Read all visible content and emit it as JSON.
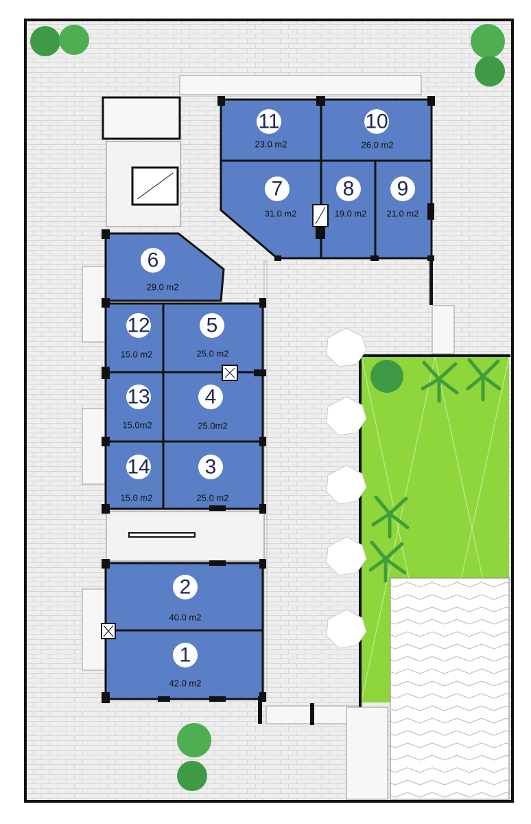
{
  "colors": {
    "unit_fill": "#5b7fc6",
    "paving": "#eeeeee",
    "paving_line": "#d4d4d4",
    "wall": "#111111",
    "lawn": "#8fd63c",
    "badge": "#ffffff",
    "tree": "#3e9a45"
  },
  "units": [
    {
      "id": "1",
      "number": "1",
      "area": "42.0 m2"
    },
    {
      "id": "2",
      "number": "2",
      "area": "40.0 m2"
    },
    {
      "id": "3",
      "number": "3",
      "area": "25.0 m2"
    },
    {
      "id": "4",
      "number": "4",
      "area": "25.0m2"
    },
    {
      "id": "5",
      "number": "5",
      "area": "25.0 m2"
    },
    {
      "id": "6",
      "number": "6",
      "area": "29.0 m2"
    },
    {
      "id": "7",
      "number": "7",
      "area": "31.0 m2"
    },
    {
      "id": "8",
      "number": "8",
      "area": "19.0 m2"
    },
    {
      "id": "9",
      "number": "9",
      "area": "21.0 m2"
    },
    {
      "id": "10",
      "number": "10",
      "area": "26.0 m2"
    },
    {
      "id": "11",
      "number": "11",
      "area": "23.0 m2"
    },
    {
      "id": "12",
      "number": "12",
      "area": "15.0 m2"
    },
    {
      "id": "13",
      "number": "13",
      "area": "15.0m2"
    },
    {
      "id": "14",
      "number": "14",
      "area": "15.0 m2"
    }
  ]
}
